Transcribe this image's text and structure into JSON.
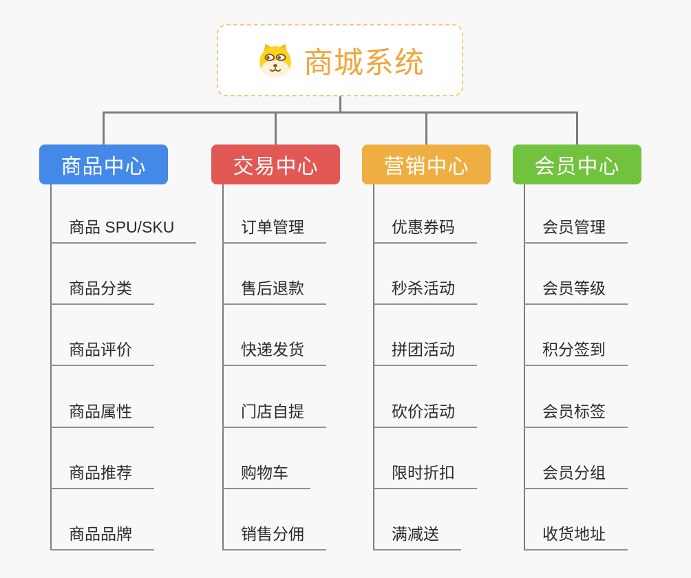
{
  "root": {
    "title": "商城系统",
    "icon": "dog-face-icon"
  },
  "branches": [
    {
      "label": "商品中心",
      "color": "#4489E8",
      "items": [
        "商品 SPU/SKU",
        "商品分类",
        "商品评价",
        "商品属性",
        "商品推荐",
        "商品品牌"
      ]
    },
    {
      "label": "交易中心",
      "color": "#E25855",
      "items": [
        "订单管理",
        "售后退款",
        "快递发货",
        "门店自提",
        "购物车",
        "销售分佣"
      ]
    },
    {
      "label": "营销中心",
      "color": "#EFAE41",
      "items": [
        "优惠券码",
        "秒杀活动",
        "拼团活动",
        "砍价活动",
        "限时折扣",
        "满减送"
      ]
    },
    {
      "label": "会员中心",
      "color": "#70C23F",
      "items": [
        "会员管理",
        "会员等级",
        "积分签到",
        "会员标签",
        "会员分组",
        "收货地址"
      ]
    }
  ],
  "colors": {
    "background": "#F8F8F8",
    "connector": "#7D7D7D",
    "underline": "#8F8F8F",
    "root_border": "#F5C878",
    "root_text": "#F0A63C",
    "dog_yellow": "#FFD21E"
  }
}
